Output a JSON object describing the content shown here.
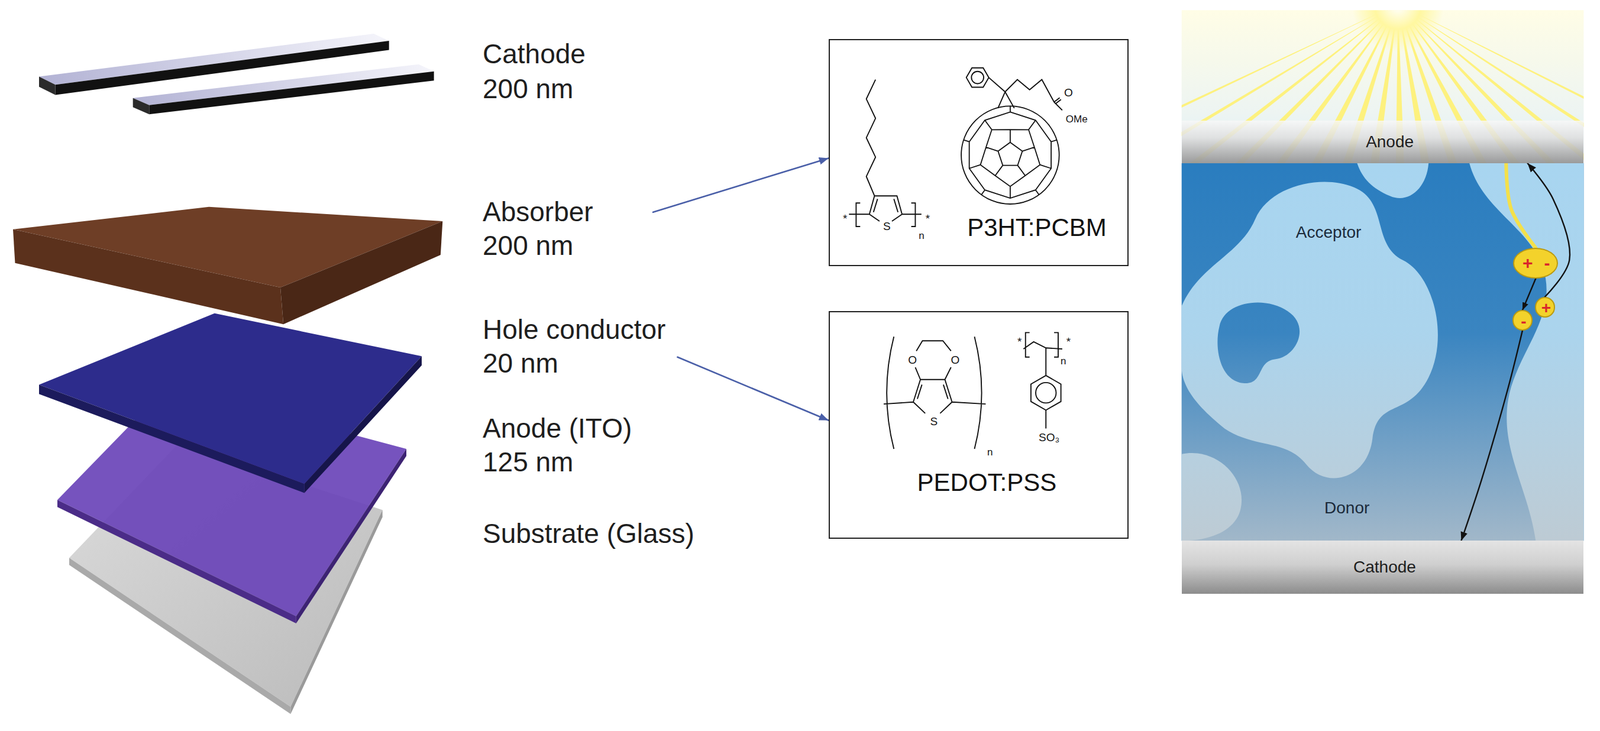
{
  "diagram": {
    "nodes": [
      {
        "text": [
          "Cathode",
          "200 nm"
        ]
      },
      {
        "text": [
          "Absorber",
          "200 nm"
        ]
      },
      {
        "text": [
          "Hole conductor",
          "20 nm"
        ]
      },
      {
        "text": [
          "Anode (ITO)",
          "125 nm"
        ]
      },
      {
        "text": [
          "Substrate (Glass)"
        ]
      },
      {
        "text": [
          "O",
          "OMe",
          "*",
          "S",
          "n",
          "*",
          "P3HT:PCBM"
        ]
      },
      {
        "text": [
          "*",
          "n",
          "*",
          "O",
          "O",
          "S",
          "n",
          "SO₃",
          "PEDOT:PSS"
        ]
      },
      {
        "text": [
          "Anode"
        ]
      },
      {
        "text": [
          "+",
          "-"
        ]
      },
      {
        "text": [
          "-"
        ]
      },
      {
        "text": [
          "+"
        ]
      },
      {
        "text": [
          "Cathode"
        ]
      }
    ],
    "edges": [
      {
        "from": 1,
        "to": 5,
        "arrow": "to"
      },
      {
        "from": 2,
        "to": 6,
        "arrow": "to"
      },
      {
        "from": 7,
        "to": 8,
        "arrow": "none"
      },
      {
        "from": 8,
        "to": 9,
        "arrow": "to"
      },
      {
        "from": 9,
        "to": 11,
        "arrow": "to"
      },
      {
        "from": 10,
        "to": 7,
        "arrow": "to"
      }
    ],
    "labels": [
      "Acceptor",
      "Donor"
    ]
  }
}
